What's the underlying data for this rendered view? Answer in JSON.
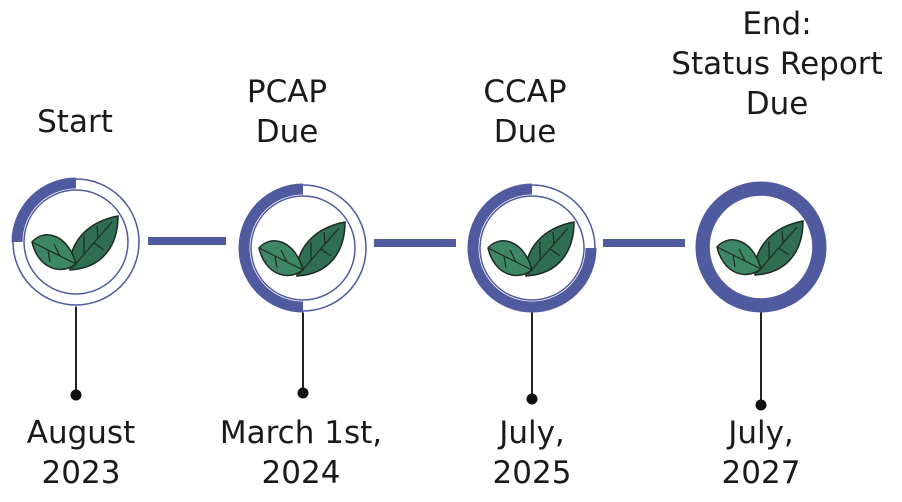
{
  "milestones": [
    {
      "title": "Start",
      "date": "August\n2023",
      "progress": 0.25
    },
    {
      "title": "PCAP\nDue",
      "date": "March 1st,\n2024",
      "progress": 0.5
    },
    {
      "title": "CCAP\nDue",
      "date": "July,\n2025",
      "progress": 0.75
    },
    {
      "title": "End:\nStatus Report\nDue",
      "date": "July,\n2027",
      "progress": 1.0
    }
  ],
  "colors": {
    "ring": "#505a9e",
    "connector": "#505a9e",
    "leaf_fill": "#3d8766",
    "leaf_fill_back": "#2f6e52",
    "leaf_outline": "#1f2a24",
    "stem": "#222222"
  },
  "icon": "leaf-icon"
}
